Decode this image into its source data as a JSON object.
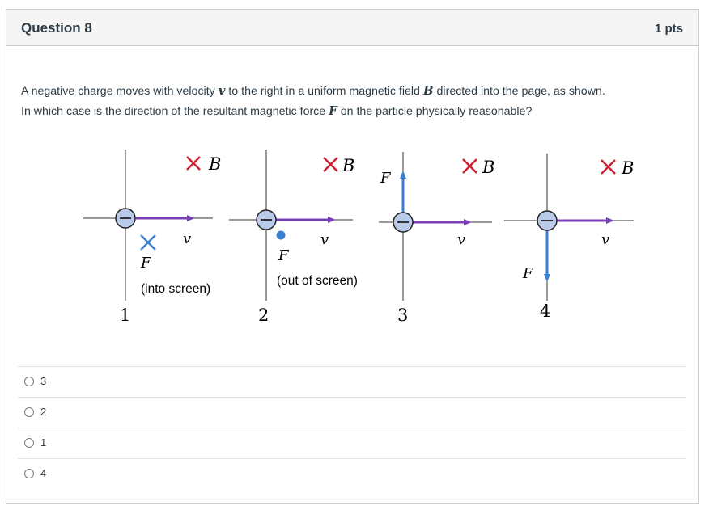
{
  "question": {
    "title": "Question 8",
    "points": "1 pts",
    "text_line1_a": "A negative charge moves with velocity",
    "var_v": "v",
    "text_line1_b": "to the right in a uniform magnetic field",
    "var_B": "B",
    "text_line1_c": "directed into the page, as shown.",
    "text_line2_a": "In which case is the direction of the resultant magnetic force",
    "var_F": "F",
    "text_line2_b": "on the particle physically reasonable?"
  },
  "figure": {
    "field_label": "B",
    "velocity_label": "v",
    "force_label": "F",
    "minus_sign": "−",
    "case1": {
      "number": "1",
      "note": "(into screen)"
    },
    "case2": {
      "number": "2",
      "note": "(out of screen)"
    },
    "case3": {
      "number": "3"
    },
    "case4": {
      "number": "4"
    },
    "colors": {
      "velocity": "#7b3fb5",
      "force": "#3b7fd0",
      "field": "#cc1f2f",
      "charge": "#b9cbe8"
    }
  },
  "answers": [
    {
      "label": "3"
    },
    {
      "label": "2"
    },
    {
      "label": "1"
    },
    {
      "label": "4"
    }
  ]
}
